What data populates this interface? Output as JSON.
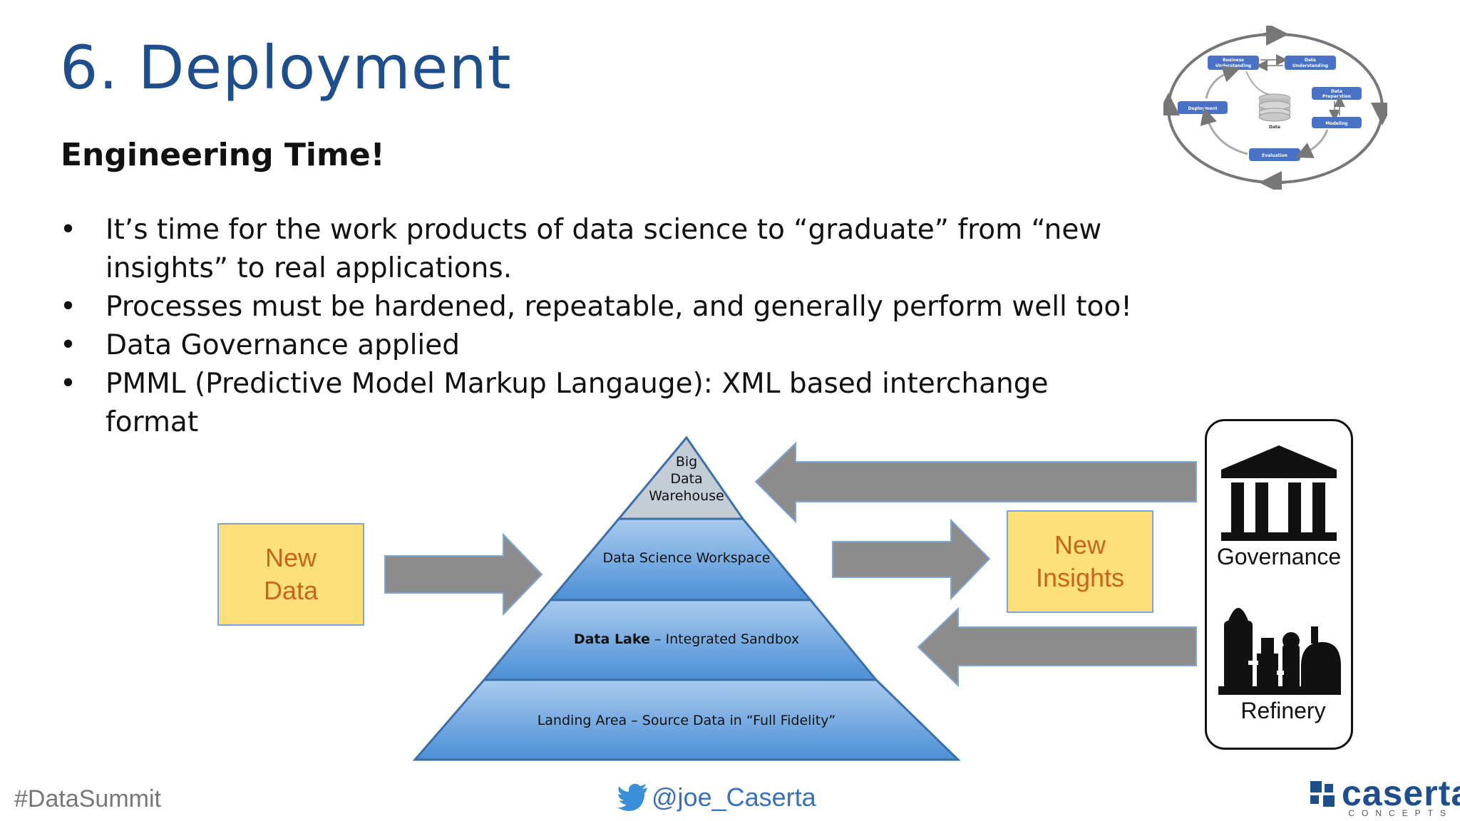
{
  "slide": {
    "title": "6. Deployment",
    "subtitle": "Engineering Time!",
    "bullets": [
      "It’s time for the work products of data science to “graduate” from “new insights” to real applications.",
      "Processes must be hardened, repeatable, and generally perform well too!",
      "Data Governance applied",
      "PMML (Predictive Model Markup Langauge): XML based interchange format"
    ],
    "bullet_glyph": "•"
  },
  "cycle": {
    "business": [
      "Business",
      "Understanding"
    ],
    "data_und": [
      "Data",
      "Understanding"
    ],
    "data_prep": [
      "Data",
      "Preparation"
    ],
    "modeling": "Modeling",
    "evaluation": "Evaluation",
    "deployment": "Deployment",
    "data": "Data"
  },
  "pyramid": {
    "top": [
      "Big",
      "Data",
      "Warehouse"
    ],
    "tier2": "Data Science Workspace",
    "tier3_bold": "Data Lake",
    "tier3_rest": " – Integrated Sandbox",
    "tier4": "Landing Area – Source Data in “Full Fidelity”"
  },
  "new_data": [
    "New",
    "Data"
  ],
  "new_insights": [
    "New",
    "Insights"
  ],
  "panel": {
    "governance": "Governance",
    "refinery": "Refinery"
  },
  "footer": {
    "hashtag": "#DataSummit",
    "handle": "@joe_Caserta",
    "logo_word": "caserta",
    "logo_sub": "CONCEPTS"
  },
  "colors": {
    "title": "#1f4e8c",
    "box_fill": "#fde07a",
    "box_text": "#c5661a",
    "arrow": "#8c8c8c",
    "pyramid_blue": "#5b9bd5",
    "cycle_box": "#4a72c4"
  }
}
